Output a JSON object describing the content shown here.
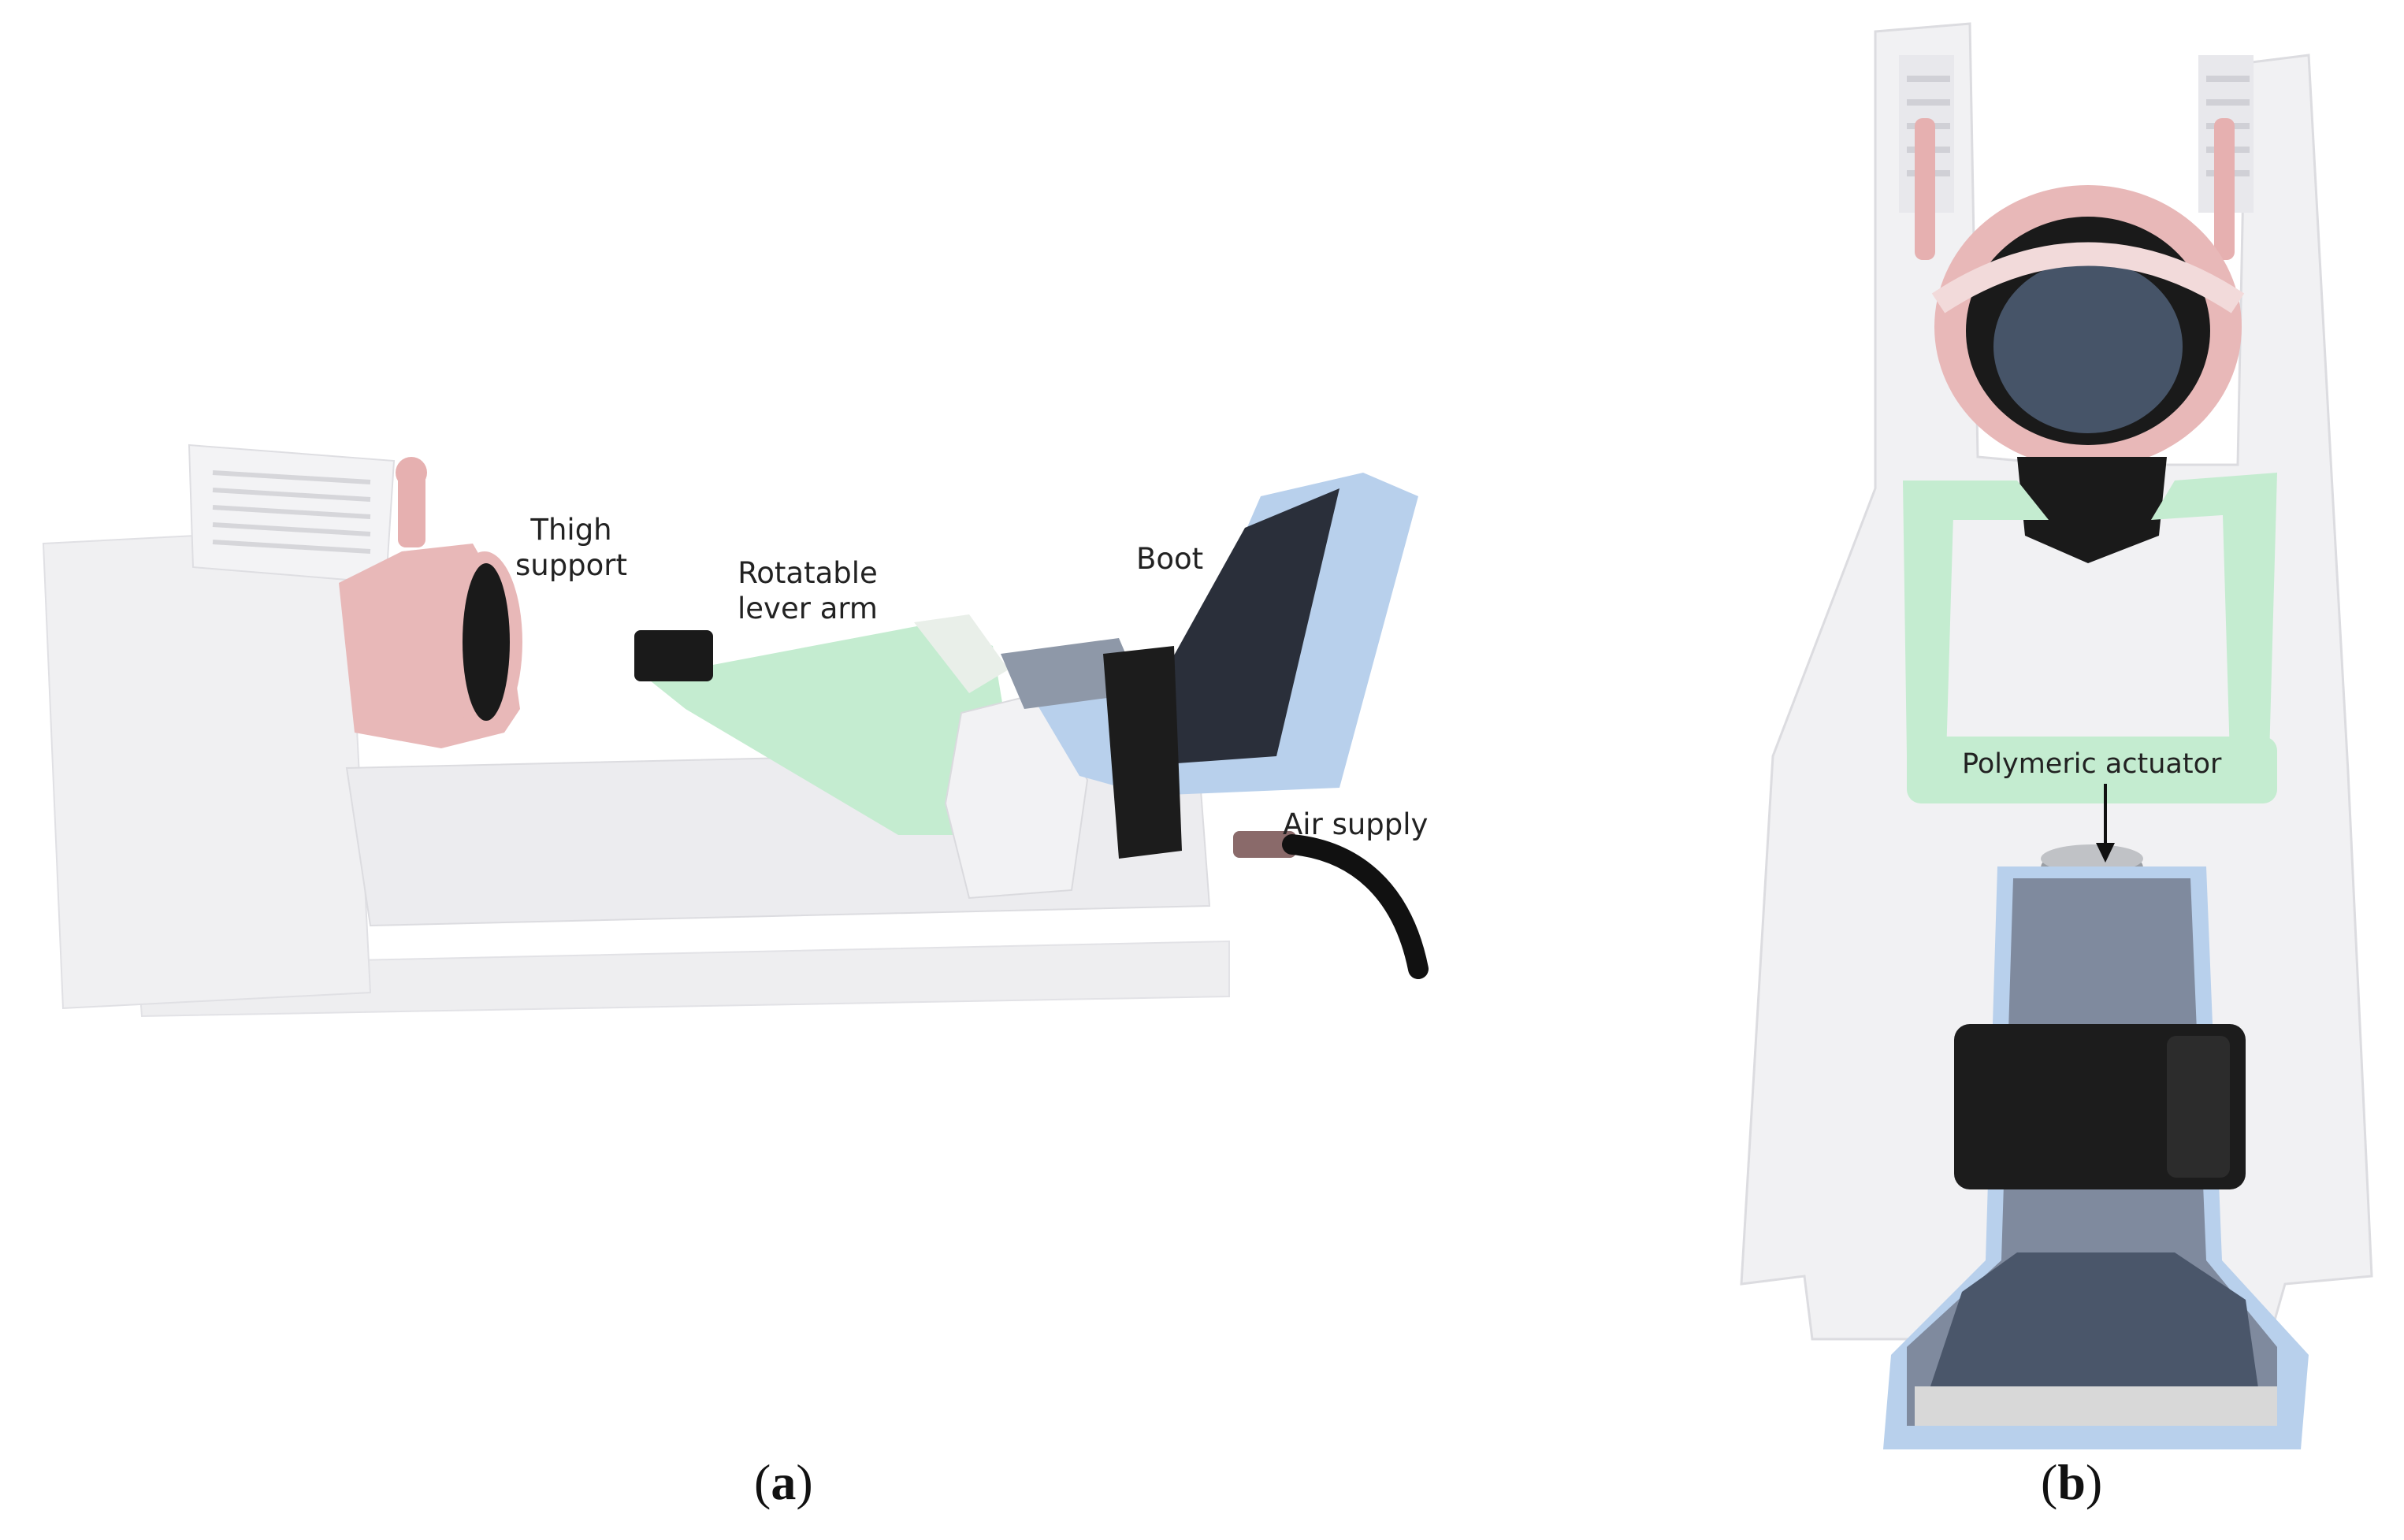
{
  "panel_a": {
    "labels": {
      "thigh_support_line1": "Thigh",
      "thigh_support_line2": "support",
      "lever_arm_line1": "Rotatable",
      "lever_arm_line2": "lever arm",
      "boot": "Boot",
      "air_supply": "Air supply"
    },
    "caption_open": "(",
    "caption_letter": "a",
    "caption_close": ")"
  },
  "panel_b": {
    "labels": {
      "actuator": "Polymeric actuator"
    },
    "caption_open": "(",
    "caption_letter": "b",
    "caption_close": ")"
  },
  "colors": {
    "thigh_support": "#e8b8b8",
    "lever_arm": "#c4ecd0",
    "boot": "#b8d0ec",
    "strap": "#1c1c1c",
    "frame": "#f1f1f3"
  }
}
